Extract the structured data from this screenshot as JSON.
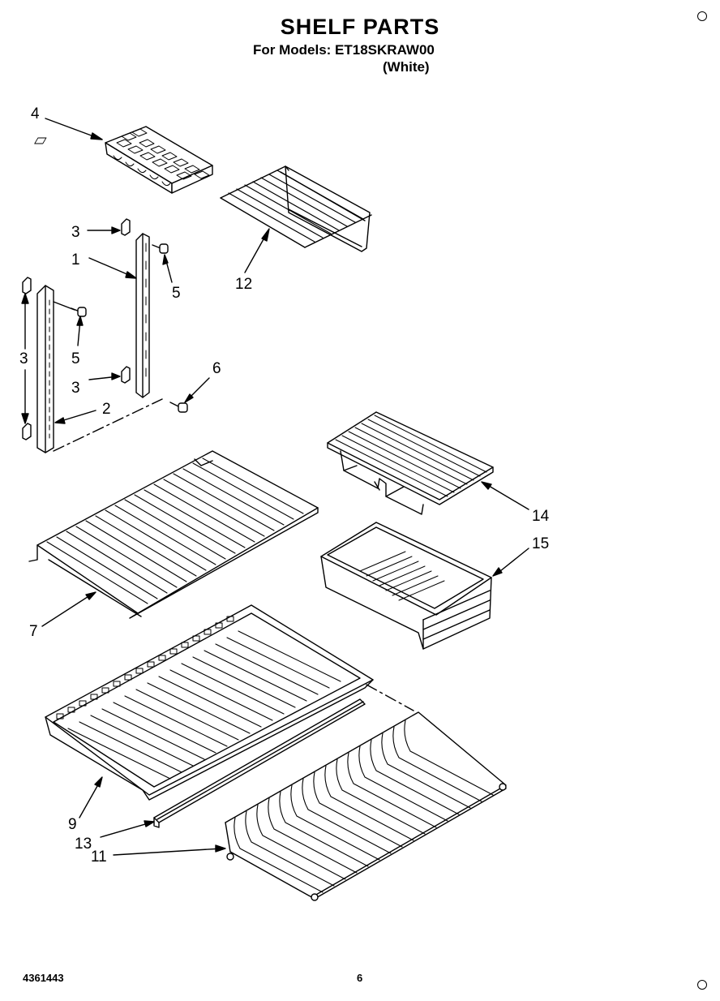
{
  "header": {
    "title": "SHELF PARTS",
    "models_line": "For Models:  ET18SKRAW00",
    "color_line": "(White)"
  },
  "footer": {
    "doc_number": "4361443",
    "page_number": "6"
  },
  "callouts": {
    "c1": "1",
    "c2": "2",
    "c3a": "3",
    "c3b": "3",
    "c3c": "3",
    "c4": "4",
    "c5a": "5",
    "c5b": "5",
    "c6": "6",
    "c7": "7",
    "c9": "9",
    "c11": "11",
    "c12": "12",
    "c13": "13",
    "c14": "14",
    "c15": "15"
  }
}
